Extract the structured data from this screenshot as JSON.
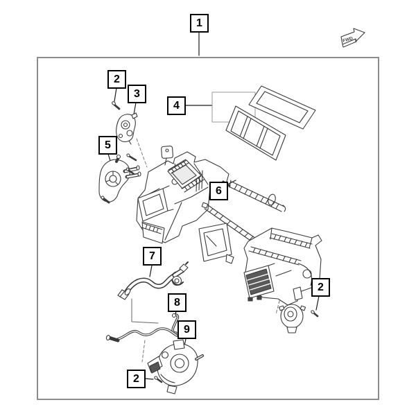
{
  "diagram": {
    "kind": "exploded-parts-diagram",
    "background": "#ffffff",
    "frame_border_color": "#8c8c8c",
    "line_color": "#3a3a3a",
    "callout_border_color": "#000000",
    "callouts": [
      {
        "id": "callout-1",
        "label": "1",
        "points_to": "complete-hvac-unit"
      },
      {
        "id": "callout-2-top",
        "label": "2",
        "points_to": "mounting-screw-upper"
      },
      {
        "id": "callout-3",
        "label": "3",
        "points_to": "door-actuator-upper"
      },
      {
        "id": "callout-4",
        "label": "4",
        "points_to": "cabin-filter-and-cover"
      },
      {
        "id": "callout-5",
        "label": "5",
        "points_to": "actuator-with-wiring"
      },
      {
        "id": "callout-6",
        "label": "6",
        "points_to": "seal-strip"
      },
      {
        "id": "callout-7",
        "label": "7",
        "points_to": "heater-hose"
      },
      {
        "id": "callout-8",
        "label": "8",
        "points_to": "hose-clamp"
      },
      {
        "id": "callout-9",
        "label": "9",
        "points_to": "heater-tube-assembly"
      },
      {
        "id": "callout-2-right",
        "label": "2",
        "points_to": "mounting-screw-right"
      },
      {
        "id": "callout-2-bottom",
        "label": "2",
        "points_to": "mounting-screw-lower"
      }
    ],
    "direction_arrow": {
      "label": "FWD"
    },
    "parts": [
      "hvac-housing-left-half",
      "hvac-housing-right-half",
      "cabin-filter-cover-frame",
      "cabin-filter-element",
      "door-actuator-upper",
      "actuator-with-wiring",
      "seal-strip-upper",
      "seal-strip-lower",
      "duct-adapter-ring",
      "heater-hose",
      "hose-clamp",
      "heater-tube",
      "auxiliary-pump-unit",
      "blend-door-actuator",
      "mounting-screws"
    ]
  }
}
